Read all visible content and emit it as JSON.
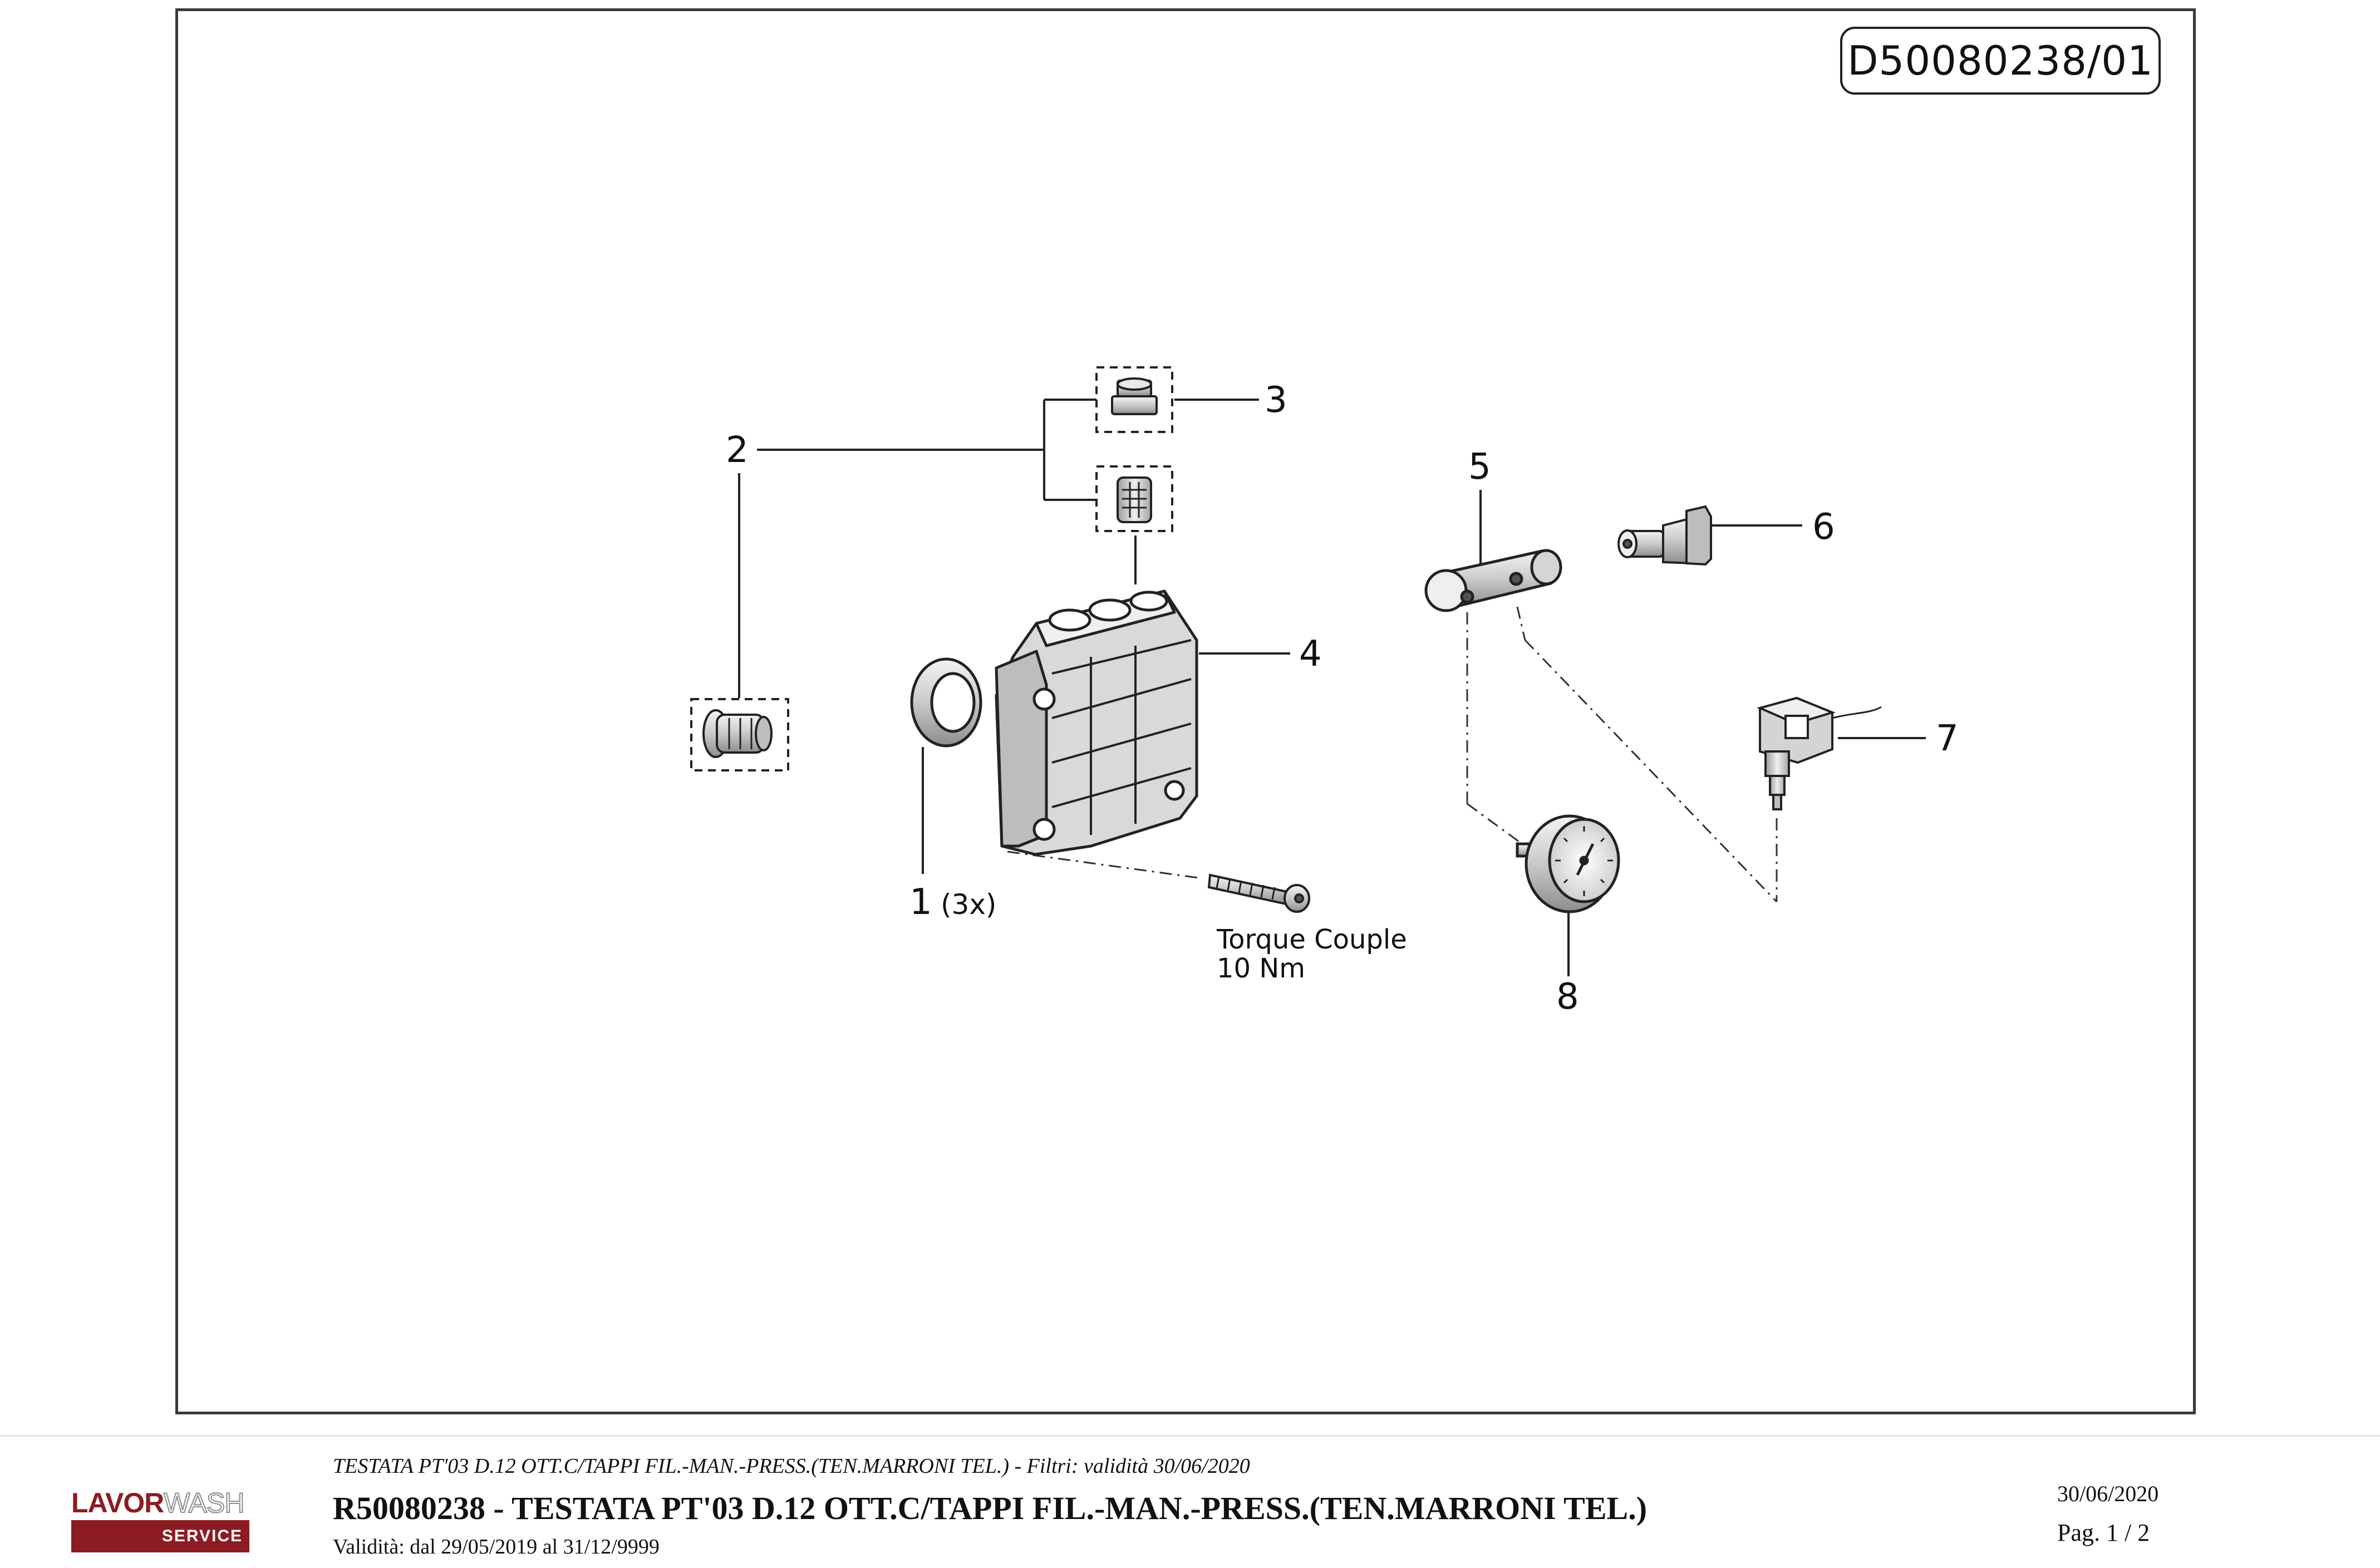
{
  "drawing": {
    "document_code": "D50080238/01",
    "callouts": {
      "c1": "1",
      "c1_qty": "(3x)",
      "c2": "2",
      "c3": "3",
      "c4": "4",
      "c5": "5",
      "c6": "6",
      "c7": "7",
      "c8": "8"
    },
    "torque_note": {
      "line1": "Torque Couple",
      "line2": "10 Nm"
    }
  },
  "footer": {
    "logo": {
      "word1": "LAVOR",
      "word2": "WASH",
      "service": "SERVICE"
    },
    "subtitle": "TESTATA PT'03 D.12 OTT.C/TAPPI FIL.-MAN.-PRESS.(TEN.MARRONI TEL.) - Filtri: validità 30/06/2020",
    "title": "R50080238 - TESTATA PT'03 D.12 OTT.C/TAPPI FIL.-MAN.-PRESS.(TEN.MARRONI TEL.)",
    "validity": "Validità: dal 29/05/2019 al 31/12/9999",
    "date": "30/06/2020",
    "page": "Pag. 1 / 2"
  },
  "colors": {
    "brand_red": "#8c1c22",
    "line": "#222222"
  }
}
